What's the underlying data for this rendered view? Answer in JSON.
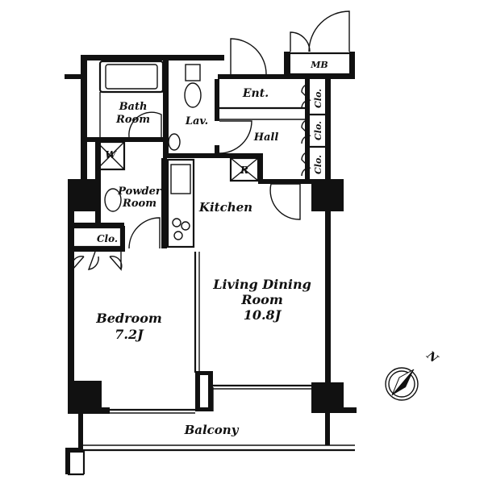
{
  "rooms": {
    "mb": "MB",
    "ent": "Ent.",
    "clo_hall_1": "Clo.",
    "clo_hall_2": "Clo.",
    "clo_hall_3": "Clo.",
    "hall": "Hall",
    "bath": "Bath",
    "bath_room": "Room",
    "lav": "Lav.",
    "w": "W",
    "r": "R",
    "powder": "Powder",
    "powder_room": "Room",
    "kitchen": "Kitchen",
    "clo_bed": "Clo.",
    "living_line1": "Living Dining",
    "living_line2": "Room",
    "living_size": "10.8J",
    "bedroom": "Bedroom",
    "bedroom_size": "7.2J",
    "balcony": "Balcony",
    "north": "N"
  }
}
